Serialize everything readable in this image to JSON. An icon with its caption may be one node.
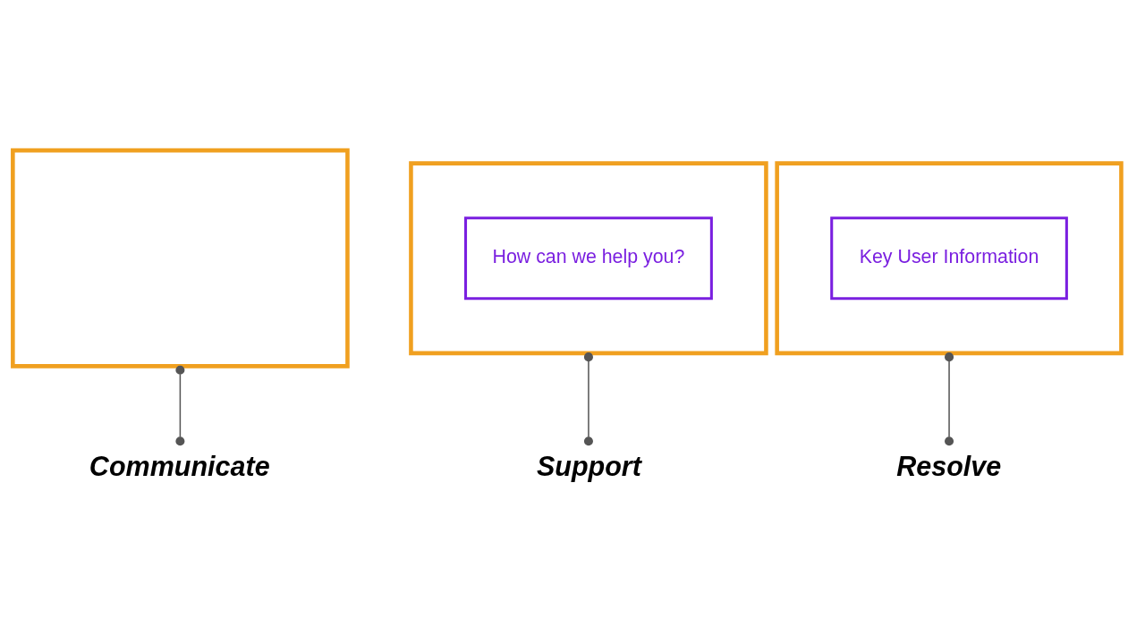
{
  "diagram": {
    "nodes": [
      {
        "text": [],
        "shape": "box"
      },
      {
        "text": [
          "Communicate"
        ]
      },
      {
        "text": [],
        "shape": "box"
      },
      {
        "text": [
          "How can we help you?"
        ],
        "in": 2
      },
      {
        "text": [
          "Support"
        ]
      },
      {
        "text": [],
        "shape": "box"
      },
      {
        "text": [
          "Key User Information"
        ],
        "in": 5
      },
      {
        "text": [
          "Resolve"
        ]
      }
    ],
    "edges": [
      {
        "from": 1,
        "to": 0,
        "arrow": "other"
      },
      {
        "from": 4,
        "to": 2,
        "arrow": "other"
      },
      {
        "from": 7,
        "to": 5,
        "arrow": "other"
      }
    ]
  }
}
